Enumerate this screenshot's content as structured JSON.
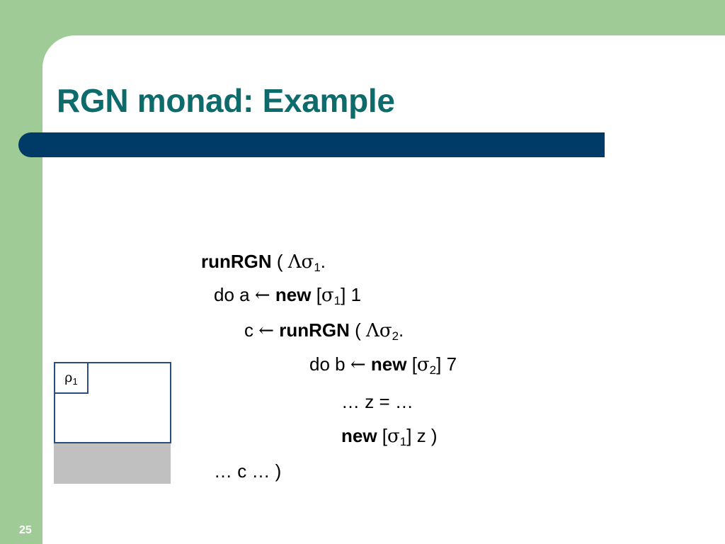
{
  "slide": {
    "title": "RGN monad: Example",
    "page_number": "25"
  },
  "code": {
    "l1": {
      "kw": "runRGN",
      "open": " ( ",
      "lambda": "Λσ",
      "sub": "1",
      "end": "."
    },
    "l2": {
      "do": "do",
      "a": "a",
      "arrow": "←",
      "kw": "new",
      "open": " [",
      "sigma": "σ",
      "sub": "1",
      "close": "] 1"
    },
    "l3": {
      "c": "c",
      "arrow": "←",
      "kw": "runRGN",
      "open": " ( ",
      "lambda": "Λσ",
      "sub": "2",
      "end": "."
    },
    "l4": {
      "do": "do",
      "b": "b",
      "arrow": "←",
      "kw": "new",
      "open": " [",
      "sigma": "σ",
      "sub": "2",
      "close": "] 7"
    },
    "l5": {
      "text": "… z = …"
    },
    "l6": {
      "kw": "new",
      "open": " [",
      "sigma": "σ",
      "sub": "1",
      "close": "] z )"
    },
    "l7": {
      "text": "… c … )"
    }
  },
  "diagram": {
    "rho": "ρ",
    "rho_sub": "1"
  }
}
